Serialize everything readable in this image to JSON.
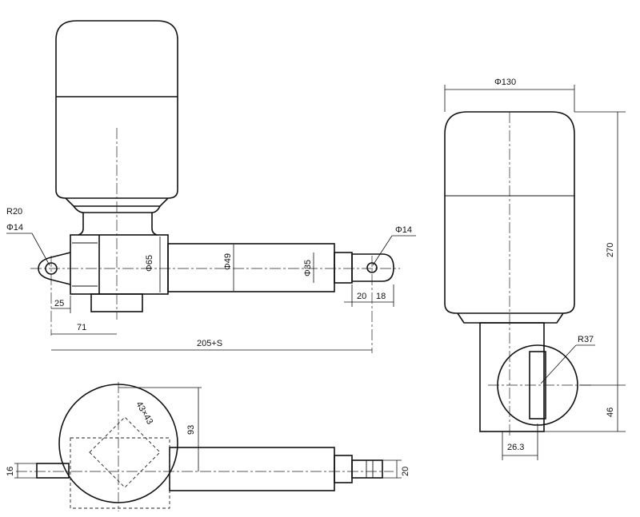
{
  "labels": {
    "r20": "R20",
    "phi14_left": "Φ14",
    "phi14_right": "Φ14",
    "phi65": "Φ65",
    "phi49": "Φ49",
    "phi35": "Φ35",
    "d25": "25",
    "d71": "71",
    "d20a": "20",
    "d18": "18",
    "d205s": "205+S",
    "sq43": "43×43",
    "d93": "93",
    "d16": "16",
    "d20b": "20",
    "phi130": "Φ130",
    "d270": "270",
    "r37": "R37",
    "d46": "46",
    "d26_3": "26.3"
  }
}
